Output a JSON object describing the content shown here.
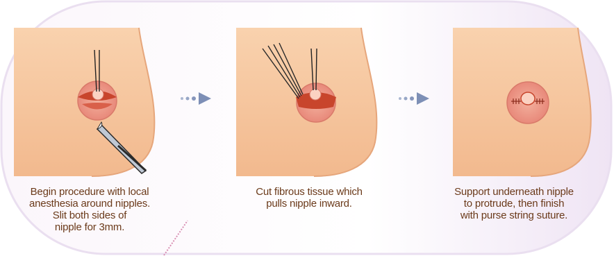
{
  "steps": [
    {
      "caption": "Begin procedure with local\nanesthesia around nipples.\nSlit both sides of\nnipple for 3mm."
    },
    {
      "caption": "Cut fibrous tissue which\npulls nipple inward."
    },
    {
      "caption": "Support underneath nipple\nto protrude, then finish\nwith purse string suture."
    }
  ],
  "colors": {
    "skin": "#f6c49c",
    "skin_shadow": "#e9a97c",
    "areola": "#ee9a86",
    "incision": "#c8452c",
    "caption": "#6b3a1a",
    "arrow": "#7d8fb6",
    "panel_edge": "#d8c8e6"
  }
}
